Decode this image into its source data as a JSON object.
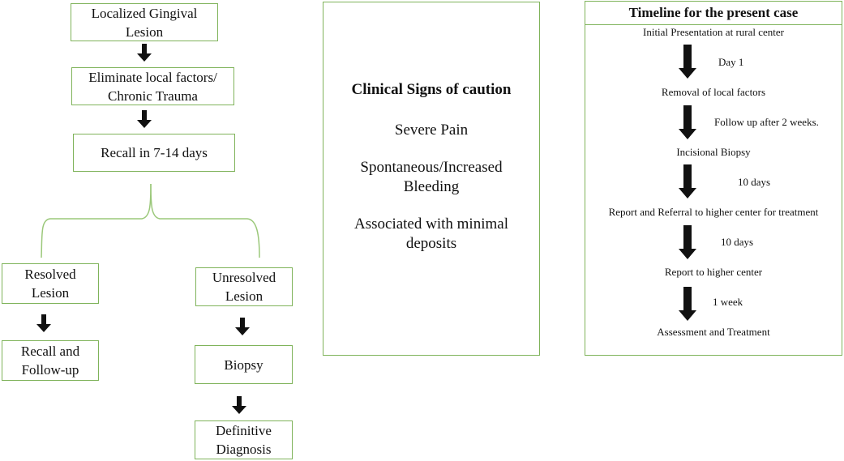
{
  "flow": {
    "localized": "Localized Gingival Lesion",
    "eliminate": "Eliminate local factors/ Chronic Trauma",
    "recall": "Recall in 7-14 days",
    "resolved": "Resolved Lesion",
    "unresolved": "Unresolved Lesion",
    "recall_follow": "Recall and Follow-up",
    "biopsy": "Biopsy",
    "definitive": "Definitive Diagnosis"
  },
  "signs": {
    "heading": "Clinical Signs of caution",
    "items": [
      "Severe Pain",
      "Spontaneous/Increased Bleeding",
      "Associated with minimal deposits"
    ]
  },
  "timeline": {
    "title": "Timeline for the present case",
    "steps": [
      "Initial Presentation at rural center",
      "Removal of local factors",
      "Incisional Biopsy",
      "Report and Referral to higher center for treatment",
      "Report to higher center",
      "Assessment and Treatment"
    ],
    "intervals": [
      "Day 1",
      "Follow up after 2 weeks.",
      "10 days",
      "10 days",
      "1 week"
    ]
  },
  "colors": {
    "border": "#7fb35a",
    "arrow": "#111111"
  }
}
